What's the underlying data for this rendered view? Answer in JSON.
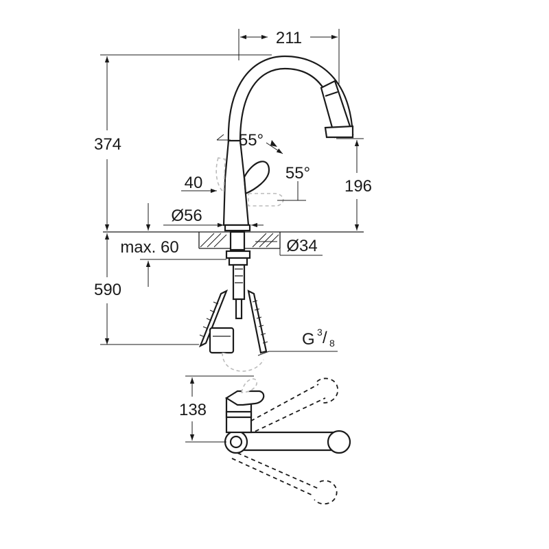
{
  "dimensions": {
    "reach": "211",
    "total_height": "374",
    "spout_height": "196",
    "lever_angle_top": "55°",
    "lever_angle_side": "55°",
    "lever_offset": "40",
    "base_diameter": "Ø56",
    "max_counter_thickness": "max. 60",
    "hole_diameter": "Ø34",
    "hose_length": "590",
    "connection_thread_prefix": "G",
    "connection_thread_num": "3",
    "connection_thread_sep": "/",
    "connection_thread_den": "8",
    "plan_offset": "138"
  },
  "colors": {
    "ink": "#1a1a1a",
    "ghost": "#bbbbbb",
    "background": "#ffffff"
  }
}
